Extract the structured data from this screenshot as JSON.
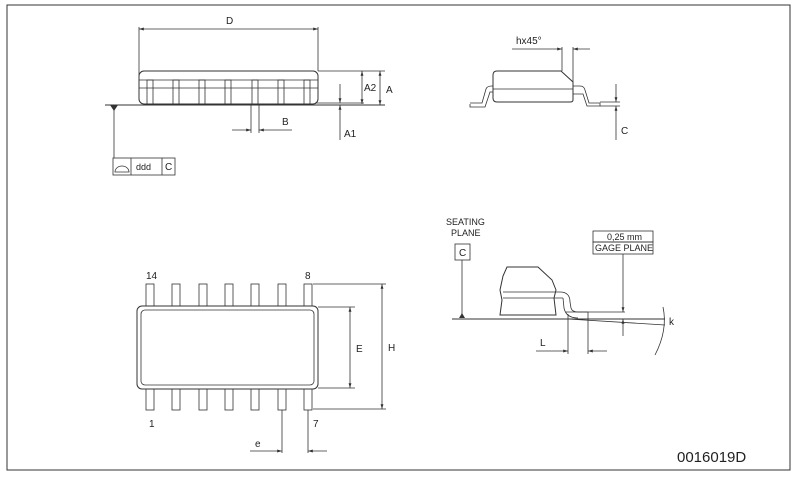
{
  "side_view": {
    "dim_length": "D",
    "dim_body_height": "A2",
    "dim_total_height": "A",
    "dim_standoff": "A1",
    "dim_lead_width": "B"
  },
  "flatness_frame": {
    "tolerance": "ddd",
    "datum": "C"
  },
  "end_view": {
    "chamfer": "hx45°",
    "dim_lead_thickness": "C"
  },
  "top_view": {
    "pin_14": "14",
    "pin_8": "8",
    "pin_1": "1",
    "pin_7": "7",
    "dim_body_width": "E",
    "dim_overall_width": "H",
    "dim_pitch": "e"
  },
  "detail_view": {
    "seating_line1": "SEATING",
    "seating_line2": "PLANE",
    "datum": "C",
    "gage_value": "0,25  mm",
    "gage_label": "GAGE PLANE",
    "dim_foot_length": "L",
    "dim_angle": "k"
  },
  "drawing_code": "0016019D"
}
